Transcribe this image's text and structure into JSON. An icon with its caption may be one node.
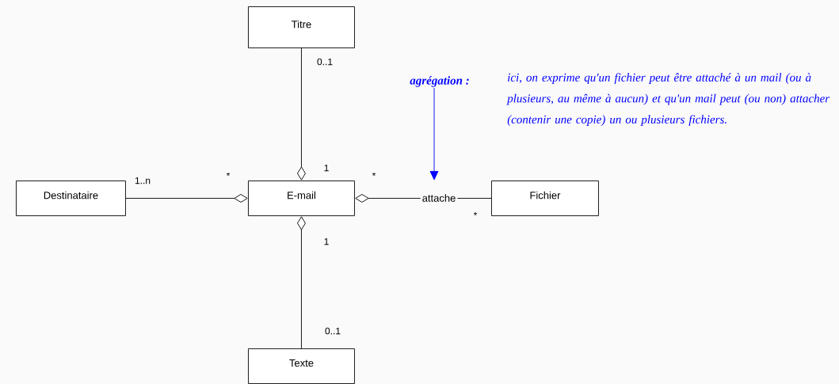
{
  "diagram": {
    "nodes": [
      {
        "text": [
          "Titre"
        ]
      },
      {
        "text": [
          "Destinataire"
        ]
      },
      {
        "text": [
          "E-mail"
        ]
      },
      {
        "text": [
          "Fichier"
        ]
      },
      {
        "text": [
          "Texte"
        ]
      },
      {
        "text": [
          "agrégation :",
          "ici, on exprime qu'un fichier peut être attaché à un mail (ou à plusieurs, au même à aucun) et qu'un mail peut (ou non) attacher (contenir une copie) un ou plusieurs fichiers."
        ]
      }
    ],
    "edges": [
      {
        "from": 0,
        "to": 2,
        "arrow": "other"
      },
      {
        "from": 1,
        "to": 2,
        "arrow": "other"
      },
      {
        "from": 3,
        "to": 2,
        "arrow": "other",
        "label": "attache"
      },
      {
        "from": 4,
        "to": 2,
        "arrow": "other"
      },
      {
        "from": 5,
        "to": null,
        "arrow": "to",
        "color": "#0000ff"
      }
    ],
    "labels": [
      "0..1",
      "1",
      "*",
      "1..n",
      "*",
      "*",
      "1",
      "0..1"
    ]
  }
}
